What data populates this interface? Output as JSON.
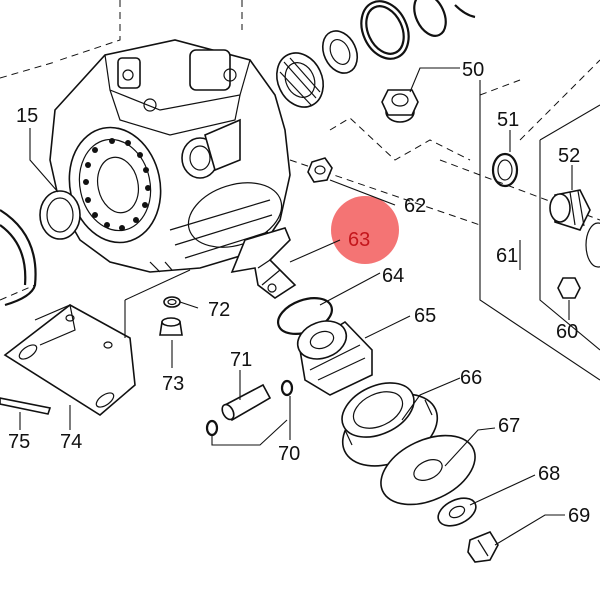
{
  "diagram": {
    "highlight_color": "#f25c5c",
    "labels": {
      "p15": "15",
      "p50": "50",
      "p51": "51",
      "p52": "52",
      "p60": "60",
      "p61": "61",
      "p62": "62",
      "p63": "63",
      "p64": "64",
      "p65": "65",
      "p66": "66",
      "p67": "67",
      "p68": "68",
      "p69": "69",
      "p70": "70",
      "p71": "71",
      "p72": "72",
      "p73": "73",
      "p74": "74",
      "p75": "75"
    }
  }
}
